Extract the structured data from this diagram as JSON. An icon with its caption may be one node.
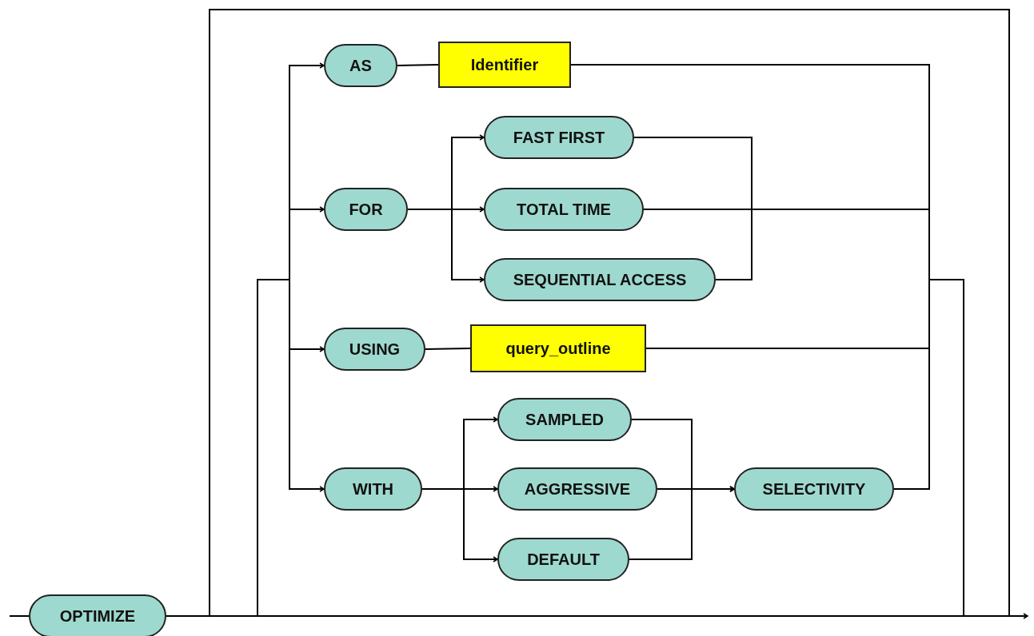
{
  "diagram": {
    "nodes": [
      {
        "text": [
          "OPTIMIZE"
        ]
      },
      {
        "text": [
          "AS"
        ]
      },
      {
        "text": [
          "Identifier"
        ]
      },
      {
        "text": [
          "FOR"
        ]
      },
      {
        "text": [
          "FAST FIRST"
        ]
      },
      {
        "text": [
          "TOTAL TIME"
        ]
      },
      {
        "text": [
          "SEQUENTIAL ACCESS"
        ]
      },
      {
        "text": [
          "USING"
        ]
      },
      {
        "text": [
          "query_outline"
        ]
      },
      {
        "text": [
          "WITH"
        ]
      },
      {
        "text": [
          "SAMPLED"
        ]
      },
      {
        "text": [
          "AGGRESSIVE"
        ]
      },
      {
        "text": [
          "DEFAULT"
        ]
      },
      {
        "text": [
          "SELECTIVITY"
        ]
      }
    ],
    "edges": [
      {
        "from": null,
        "to": 0,
        "arrow": "none"
      },
      {
        "from": 0,
        "to": 1,
        "arrow": "to"
      },
      {
        "from": 0,
        "to": 3,
        "arrow": "to"
      },
      {
        "from": 0,
        "to": 7,
        "arrow": "to"
      },
      {
        "from": 0,
        "to": 9,
        "arrow": "to"
      },
      {
        "from": 0,
        "to": null,
        "arrow": "to"
      },
      {
        "from": 1,
        "to": 2,
        "arrow": "none"
      },
      {
        "from": 3,
        "to": 4,
        "arrow": "to"
      },
      {
        "from": 3,
        "to": 5,
        "arrow": "to"
      },
      {
        "from": 3,
        "to": 6,
        "arrow": "to"
      },
      {
        "from": 7,
        "to": 8,
        "arrow": "none"
      },
      {
        "from": 9,
        "to": 10,
        "arrow": "to"
      },
      {
        "from": 9,
        "to": 11,
        "arrow": "to"
      },
      {
        "from": 9,
        "to": 12,
        "arrow": "to"
      },
      {
        "from": 10,
        "to": 13,
        "arrow": "to"
      },
      {
        "from": 11,
        "to": 13,
        "arrow": "to"
      },
      {
        "from": 12,
        "to": 13,
        "arrow": "to"
      },
      {
        "from": 2,
        "to": null,
        "arrow": "none"
      },
      {
        "from": 4,
        "to": null,
        "arrow": "none"
      },
      {
        "from": 5,
        "to": null,
        "arrow": "none"
      },
      {
        "from": 6,
        "to": null,
        "arrow": "none"
      },
      {
        "from": 8,
        "to": null,
        "arrow": "none"
      },
      {
        "from": 13,
        "to": null,
        "arrow": "none"
      }
    ]
  }
}
